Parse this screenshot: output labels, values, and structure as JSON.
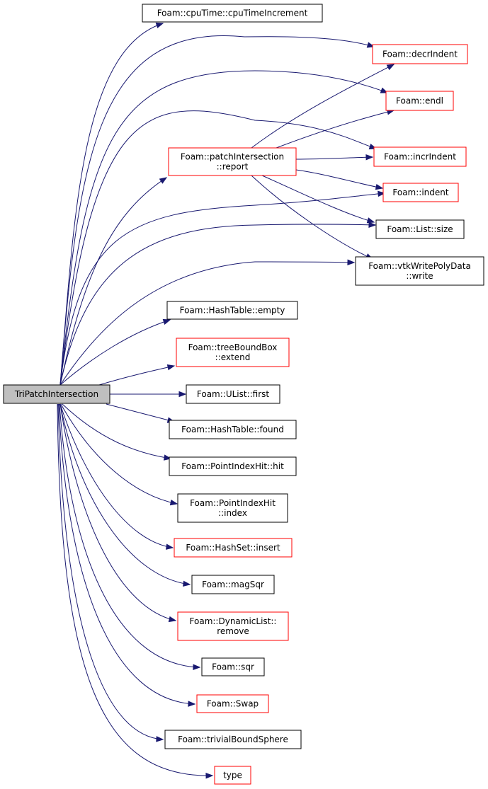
{
  "colors": {
    "edge": "#191970",
    "root_fill": "#bfbfbf",
    "root_border": "#000000",
    "node_fill": "#ffffff",
    "normal_border": "#000000",
    "truncated_border": "#ff0000"
  },
  "root": {
    "id": "root",
    "lines": [
      "TriPatchIntersection"
    ]
  },
  "nodes": [
    {
      "id": "cputime",
      "lines": [
        "Foam::cpuTime::cpuTimeIncrement"
      ],
      "truncated": false
    },
    {
      "id": "decrindent",
      "lines": [
        "Foam::decrIndent"
      ],
      "truncated": true
    },
    {
      "id": "endl",
      "lines": [
        "Foam::endl"
      ],
      "truncated": true
    },
    {
      "id": "report",
      "lines": [
        "Foam::patchIntersection",
        "::report"
      ],
      "truncated": true
    },
    {
      "id": "incrindent",
      "lines": [
        "Foam::incrIndent"
      ],
      "truncated": true
    },
    {
      "id": "indent",
      "lines": [
        "Foam::indent"
      ],
      "truncated": true
    },
    {
      "id": "listsize",
      "lines": [
        "Foam::List::size"
      ],
      "truncated": false
    },
    {
      "id": "vtkwrite",
      "lines": [
        "Foam::vtkWritePolyData",
        "::write"
      ],
      "truncated": false
    },
    {
      "id": "hashempty",
      "lines": [
        "Foam::HashTable::empty"
      ],
      "truncated": false
    },
    {
      "id": "extend",
      "lines": [
        "Foam::treeBoundBox",
        "::extend"
      ],
      "truncated": true
    },
    {
      "id": "first",
      "lines": [
        "Foam::UList::first"
      ],
      "truncated": false
    },
    {
      "id": "found",
      "lines": [
        "Foam::HashTable::found"
      ],
      "truncated": false
    },
    {
      "id": "hit",
      "lines": [
        "Foam::PointIndexHit::hit"
      ],
      "truncated": false
    },
    {
      "id": "index",
      "lines": [
        "Foam::PointIndexHit",
        "::index"
      ],
      "truncated": false
    },
    {
      "id": "insert",
      "lines": [
        "Foam::HashSet::insert"
      ],
      "truncated": true
    },
    {
      "id": "magsqr",
      "lines": [
        "Foam::magSqr"
      ],
      "truncated": false
    },
    {
      "id": "remove",
      "lines": [
        "Foam::DynamicList::",
        "remove"
      ],
      "truncated": true
    },
    {
      "id": "sqr",
      "lines": [
        "Foam::sqr"
      ],
      "truncated": false
    },
    {
      "id": "swap",
      "lines": [
        "Foam::Swap"
      ],
      "truncated": true
    },
    {
      "id": "trivial",
      "lines": [
        "Foam::trivialBoundSphere"
      ],
      "truncated": false
    },
    {
      "id": "type",
      "lines": [
        "type"
      ],
      "truncated": true
    }
  ],
  "edges": [
    {
      "from": "root",
      "to": "cputime"
    },
    {
      "from": "root",
      "to": "decrindent"
    },
    {
      "from": "root",
      "to": "endl"
    },
    {
      "from": "root",
      "to": "report"
    },
    {
      "from": "root",
      "to": "incrindent"
    },
    {
      "from": "root",
      "to": "indent"
    },
    {
      "from": "root",
      "to": "listsize"
    },
    {
      "from": "root",
      "to": "vtkwrite"
    },
    {
      "from": "root",
      "to": "hashempty"
    },
    {
      "from": "root",
      "to": "extend"
    },
    {
      "from": "root",
      "to": "first"
    },
    {
      "from": "root",
      "to": "found"
    },
    {
      "from": "root",
      "to": "hit"
    },
    {
      "from": "root",
      "to": "index"
    },
    {
      "from": "root",
      "to": "insert"
    },
    {
      "from": "root",
      "to": "magsqr"
    },
    {
      "from": "root",
      "to": "remove"
    },
    {
      "from": "root",
      "to": "sqr"
    },
    {
      "from": "root",
      "to": "swap"
    },
    {
      "from": "root",
      "to": "trivial"
    },
    {
      "from": "root",
      "to": "type"
    },
    {
      "from": "report",
      "to": "decrindent"
    },
    {
      "from": "report",
      "to": "endl"
    },
    {
      "from": "report",
      "to": "incrindent"
    },
    {
      "from": "report",
      "to": "indent"
    },
    {
      "from": "report",
      "to": "listsize"
    },
    {
      "from": "report",
      "to": "vtkwrite"
    }
  ]
}
